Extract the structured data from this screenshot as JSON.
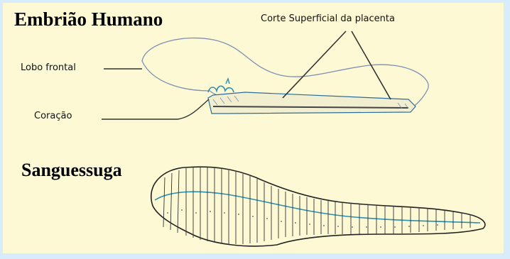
{
  "embryo": {
    "title": "Embrião Humano",
    "labels": {
      "placenta": "Corte Superficial da placenta",
      "frontal_lobe": "Lobo frontal",
      "heart": "Coração"
    }
  },
  "leech": {
    "title": "Sanguessuga"
  },
  "colors": {
    "page_border": "#d9ecfb",
    "background": "#fdf9d4",
    "outline": "#8a98b8",
    "highlight": "#2a8fb4"
  }
}
